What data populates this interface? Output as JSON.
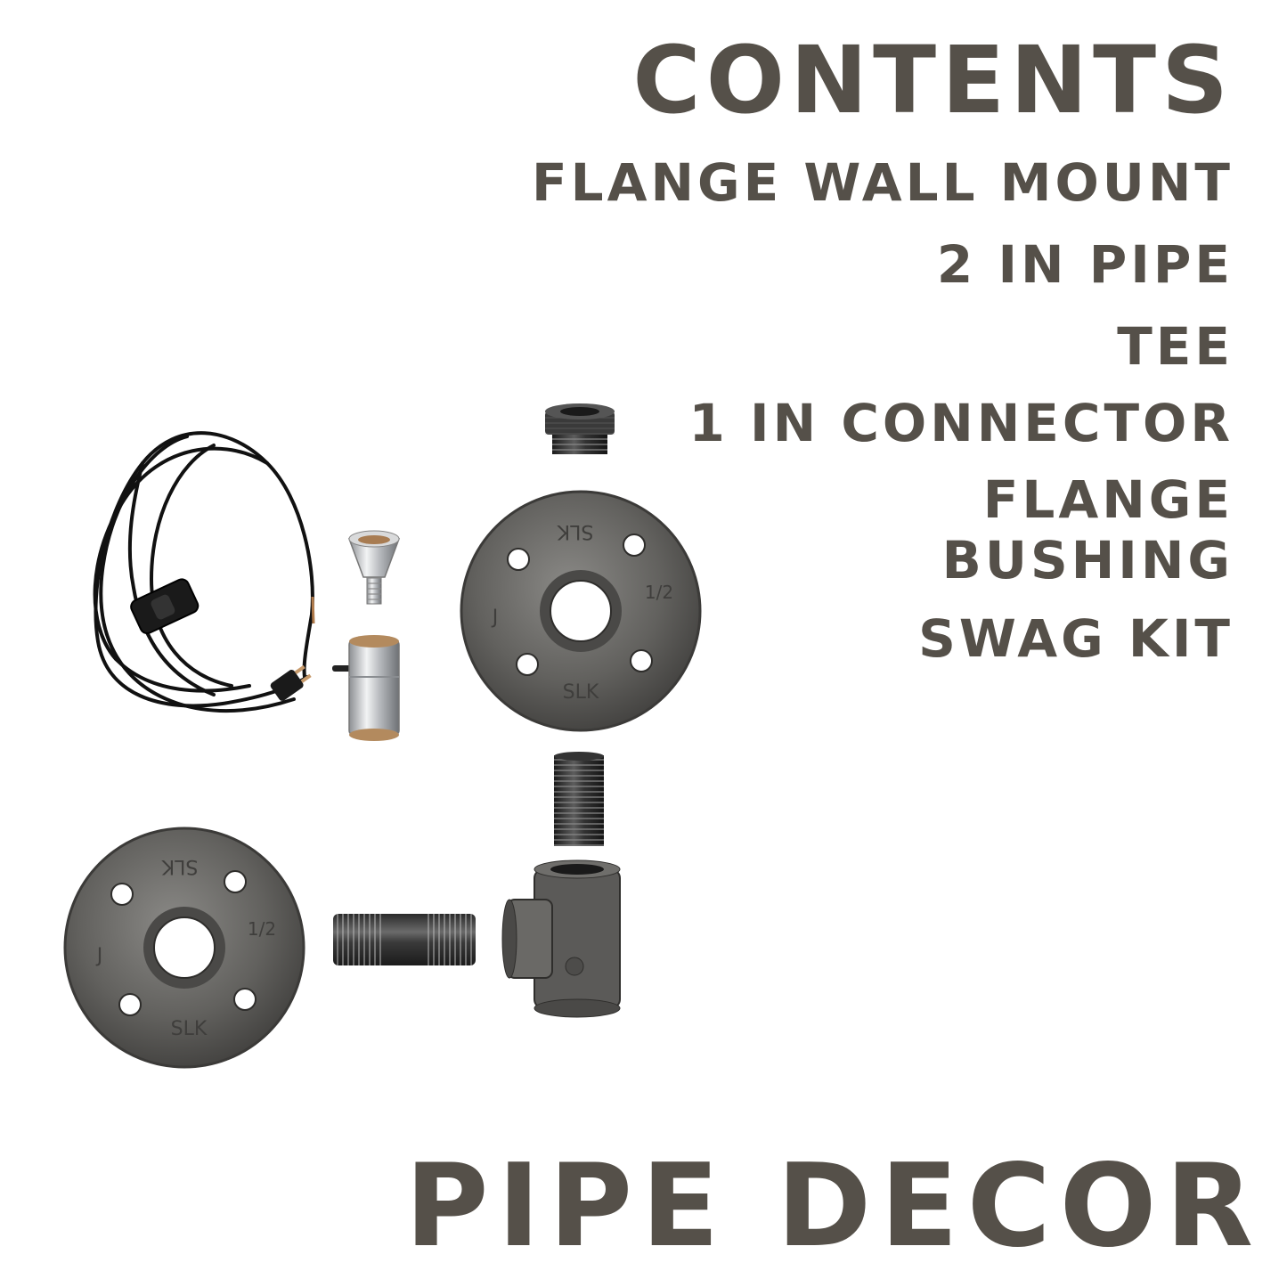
{
  "heading": "CONTENTS",
  "items": [
    "FLANGE WALL MOUNT",
    "2 IN PIPE",
    "TEE",
    "1 IN CONNECTOR",
    "FLANGE",
    "BUSHING",
    "SWAG KIT"
  ],
  "brand": "PIPE DECOR",
  "flange_marks": {
    "maker": "SLK",
    "letter": "J",
    "size": "1/2"
  },
  "colors": {
    "text": "#555049",
    "iron": "#5f5e5c",
    "cord": "#111111",
    "chrome": "#c9cbcd"
  }
}
